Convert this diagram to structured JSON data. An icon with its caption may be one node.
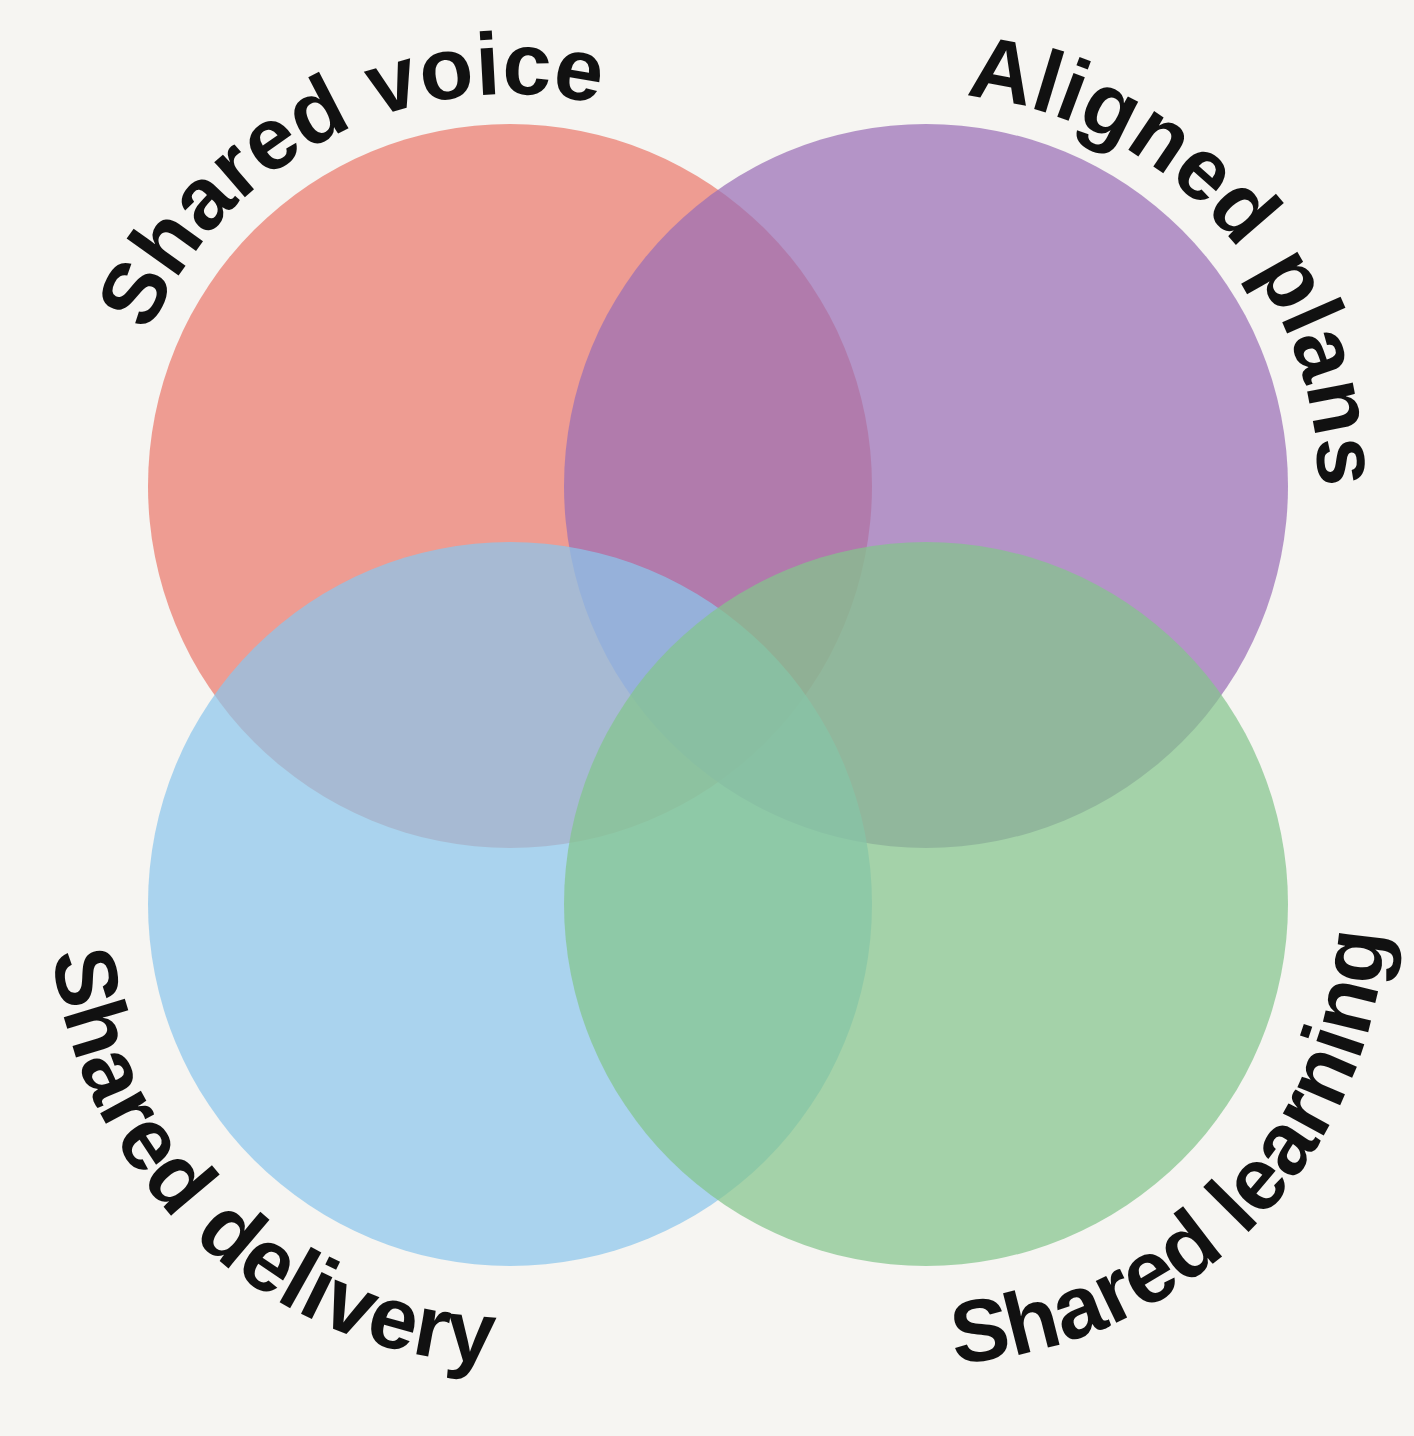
{
  "diagram": {
    "nodes": [
      {
        "text": [
          "Shared voice"
        ]
      },
      {
        "text": [
          "Aligned plans"
        ]
      },
      {
        "text": [
          "Shared delivery"
        ]
      },
      {
        "text": [
          "Shared learning"
        ]
      }
    ]
  }
}
